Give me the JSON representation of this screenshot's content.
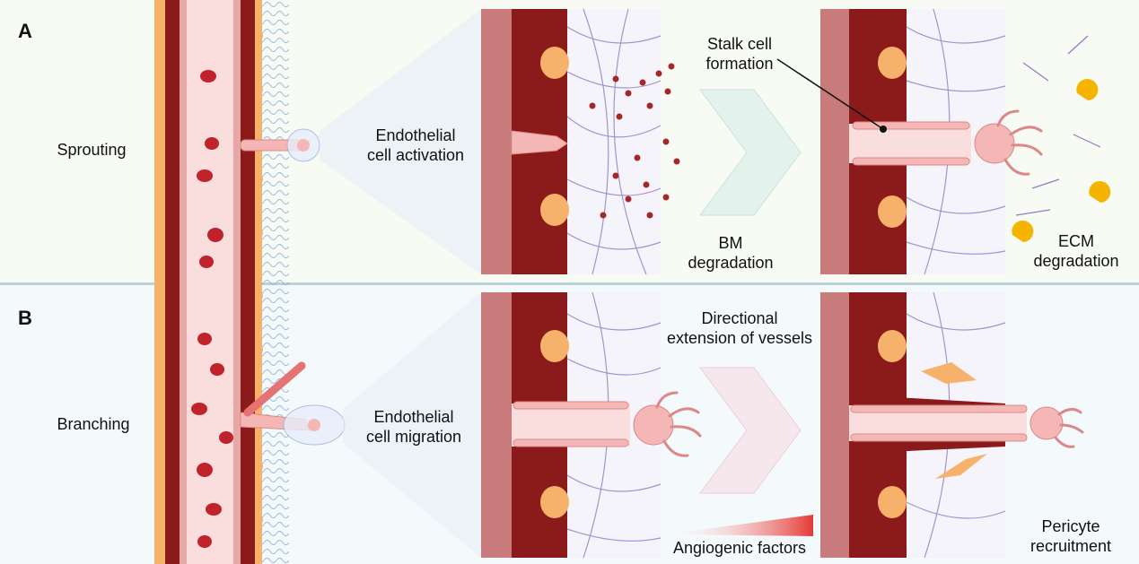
{
  "panels": [
    {
      "letter": "A",
      "title": "Sprouting"
    },
    {
      "letter": "B",
      "title": "Branching"
    }
  ],
  "labels": {
    "endothelial_activation": "Endothelial\ncell activation",
    "stalk_cell": "Stalk cell\nformation",
    "bm_degradation": "BM\ndegradation",
    "ecm_degradation": "ECM\ndegradation",
    "endothelial_migration": "Endothelial\ncell migration",
    "directional_extension": "Directional\nextension of vessels",
    "angiogenic_factors": "Angiogenic factors",
    "pericyte_recruitment": "Pericyte\nrecruitment"
  },
  "colors": {
    "vessel_wall": "#8b1a1a",
    "vessel_lumen": "#f9dedd",
    "pericyte": "#f6b26b",
    "red_cell": "#c0232c",
    "ecm_fiber": "#8e7cc3",
    "arrow_a": "#e3f2ec",
    "arrow_b": "#f6e7ec",
    "gradient_end": "#e53935",
    "enzyme": "#f5b400"
  }
}
